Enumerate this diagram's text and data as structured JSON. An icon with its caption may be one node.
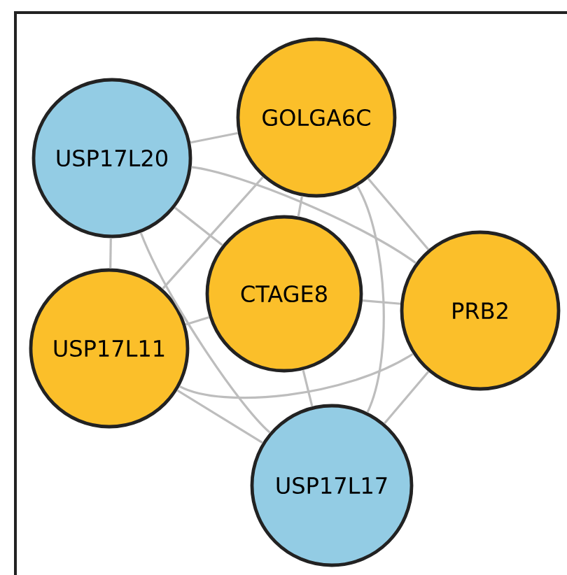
{
  "diagram": {
    "nodes": [
      {
        "text": [
          "USP17L20"
        ]
      },
      {
        "text": [
          "GOLGA6C"
        ]
      },
      {
        "text": [
          "CTAGE8"
        ]
      },
      {
        "text": [
          "PRB2"
        ]
      },
      {
        "text": [
          "USP17L11"
        ]
      },
      {
        "text": [
          "USP17L17"
        ]
      }
    ],
    "edges": [
      {
        "from": 0,
        "to": 1,
        "arrow": "none"
      },
      {
        "from": 0,
        "to": 4,
        "arrow": "none"
      },
      {
        "from": 0,
        "to": 2,
        "arrow": "none"
      },
      {
        "from": 0,
        "to": 3,
        "arrow": "none"
      },
      {
        "from": 0,
        "to": 5,
        "arrow": "none"
      },
      {
        "from": 1,
        "to": 4,
        "arrow": "none"
      },
      {
        "from": 1,
        "to": 2,
        "arrow": "none"
      },
      {
        "from": 1,
        "to": 3,
        "arrow": "none"
      },
      {
        "from": 1,
        "to": 5,
        "arrow": "none"
      },
      {
        "from": 2,
        "to": 3,
        "arrow": "none"
      },
      {
        "from": 4,
        "to": 2,
        "arrow": "none"
      },
      {
        "from": 2,
        "to": 5,
        "arrow": "none"
      },
      {
        "from": 4,
        "to": 3,
        "arrow": "none"
      },
      {
        "from": 4,
        "to": 5,
        "arrow": "none"
      },
      {
        "from": 3,
        "to": 5,
        "arrow": "none"
      }
    ]
  }
}
